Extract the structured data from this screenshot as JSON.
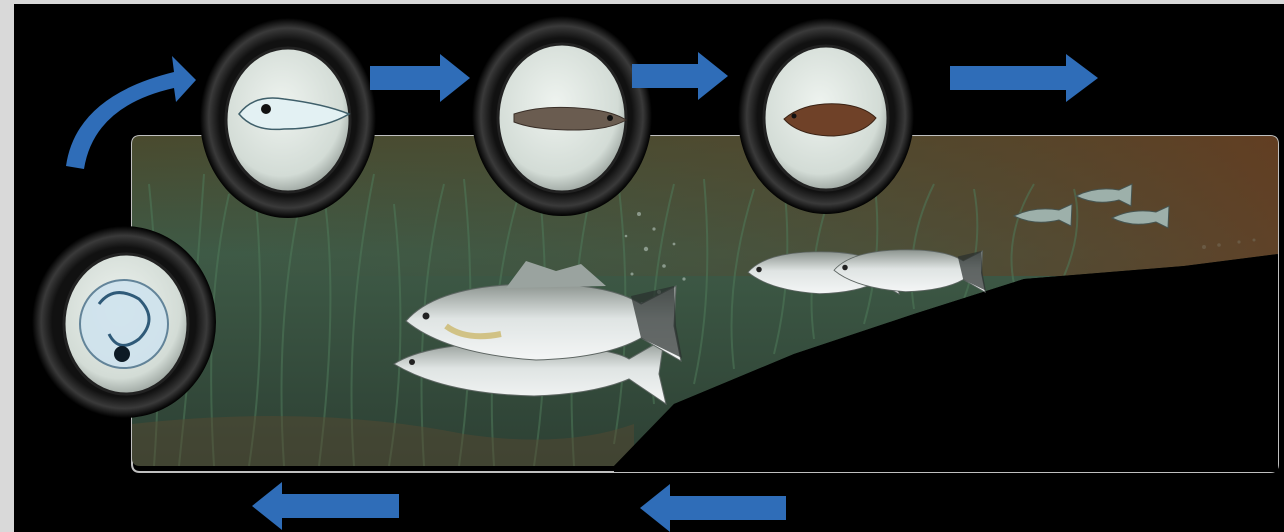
{
  "diagram": {
    "type": "life-cycle",
    "stages": [
      {
        "id": "egg",
        "icon": "egg-icon"
      },
      {
        "id": "larva",
        "icon": "larva-icon"
      },
      {
        "id": "post-larva",
        "icon": "post-larva-icon"
      },
      {
        "id": "fry",
        "icon": "fry-icon"
      },
      {
        "id": "juvenile",
        "icon": "juvenile-fish-icon"
      },
      {
        "id": "sub-adult",
        "icon": "sub-adult-fish-icon"
      },
      {
        "id": "adult",
        "icon": "adult-fish-icon"
      }
    ],
    "arrows": [
      "curved-arrow",
      "right-arrow",
      "right-arrow",
      "right-arrow",
      "left-arrow",
      "left-arrow"
    ]
  },
  "colors": {
    "background": "#000000",
    "page_border": "#d9d9d9",
    "arrow": "#2f6db8",
    "water_top": "#5a4a2a",
    "water_green": "#3d5a45",
    "seabed": "#2e3d32"
  }
}
